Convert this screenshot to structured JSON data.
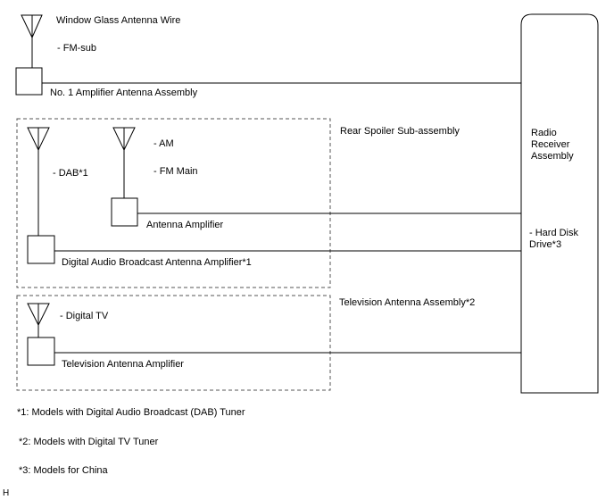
{
  "antenna_wire": {
    "title": "Window Glass Antenna Wire",
    "band": "- FM-sub",
    "amplifier": "No. 1 Amplifier Antenna Assembly"
  },
  "rear_spoiler": {
    "title": "Rear Spoiler Sub-assembly",
    "dab_band": "- DAB*1",
    "am_band": "- AM",
    "fm_band": "- FM Main",
    "antenna_amplifier": "Antenna Amplifier",
    "dab_amplifier": "Digital Audio Broadcast Antenna Amplifier*1"
  },
  "tv_antenna": {
    "title": "Television Antenna Assembly*2",
    "band": "- Digital TV",
    "amplifier": "Television Antenna Amplifier"
  },
  "radio_receiver": {
    "title": "Radio Receiver Assembly",
    "hard_disk": "- Hard Disk Drive*3"
  },
  "footnotes": [
    "*1: Models with Digital Audio Broadcast (DAB) Tuner",
    "*2: Models with Digital TV Tuner",
    "*3: Models for China"
  ],
  "corner_mark": "H"
}
